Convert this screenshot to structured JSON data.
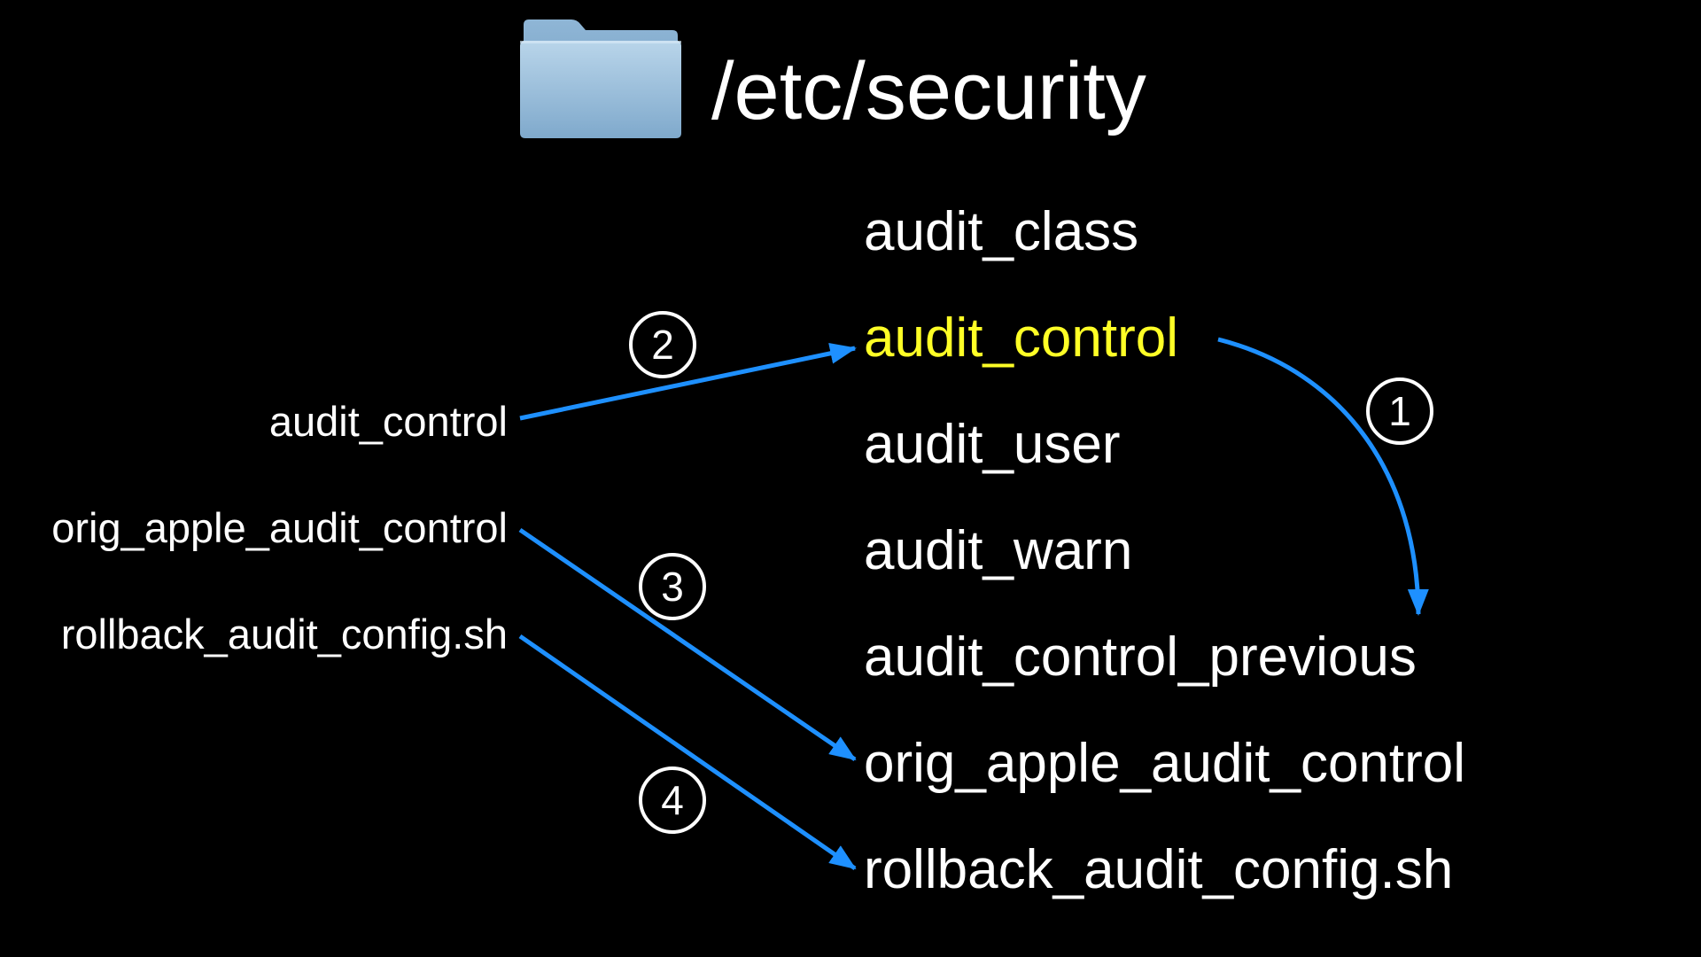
{
  "header": {
    "icon": "folder-icon",
    "title": "/etc/security"
  },
  "colors": {
    "background": "#000000",
    "text": "#ffffff",
    "highlight": "#ffff26",
    "arrow": "#1e90ff"
  },
  "folder_files": [
    "audit_class",
    "audit_control",
    "audit_user",
    "audit_warn",
    "audit_control_previous",
    "orig_apple_audit_control",
    "rollback_audit_config.sh"
  ],
  "highlighted_file": "audit_control",
  "source_files": [
    "audit_control",
    "orig_apple_audit_control",
    "rollback_audit_config.sh"
  ],
  "steps": [
    "1",
    "2",
    "3",
    "4"
  ]
}
